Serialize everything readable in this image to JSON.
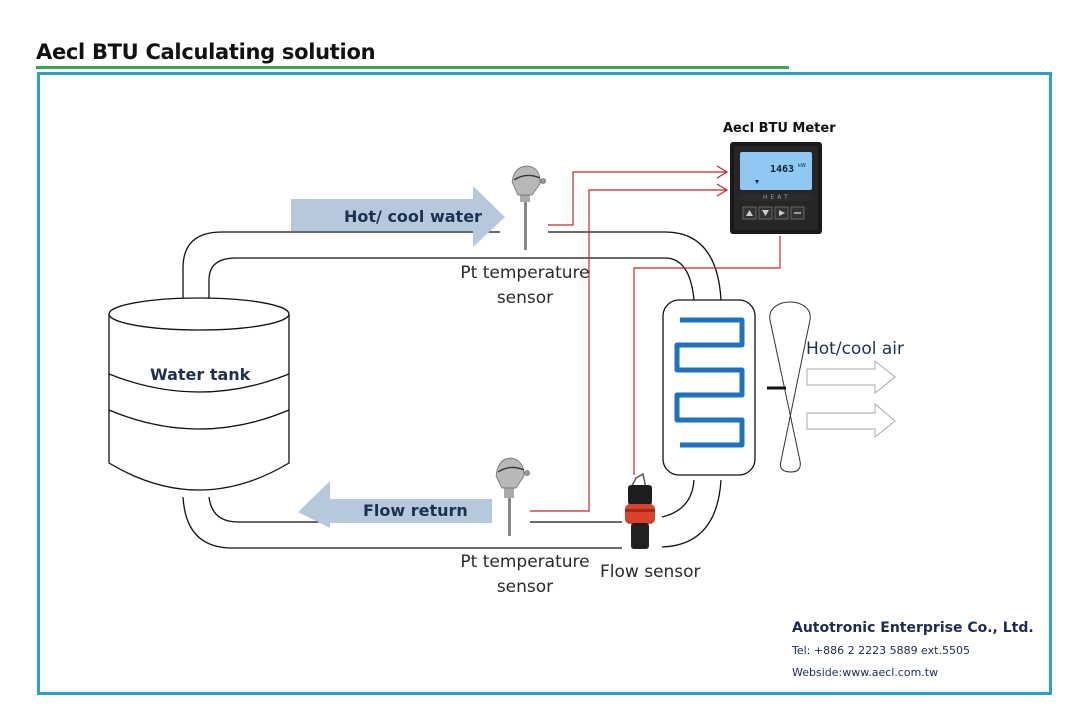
{
  "page": {
    "title": "Aecl BTU Calculating solution"
  },
  "colors": {
    "title_underline": "#3aa655",
    "frame_border": "#2a9fd0",
    "signal_wire": "#c0282d",
    "flow_arrow_fill": "#b6c9dc",
    "coil": "#1f72c0",
    "label_text": "#1c3050"
  },
  "diagram": {
    "flow_arrows": {
      "supply_label": "Hot/ cool water",
      "return_label": "Flow return"
    },
    "tank": {
      "label": "Water tank"
    },
    "sensors": {
      "supply_temp_label_line1": "Pt temperature",
      "supply_temp_label_line2": "sensor",
      "return_temp_label_line1": "Pt temperature",
      "return_temp_label_line2": "sensor",
      "flow_label": "Flow sensor"
    },
    "meter": {
      "title": "Aecl BTU Meter",
      "display_value": "1463",
      "display_unit": "kW",
      "panel_label": "HEAT",
      "buttons": [
        "up",
        "down",
        "right",
        "menu"
      ]
    },
    "air_output": {
      "label": "Hot/cool air"
    }
  },
  "footer": {
    "company": "Autotronic Enterprise Co., Ltd.",
    "tel": "Tel: +886 2 2223 5889 ext.5505",
    "website": "Webside:www.aecl.com.tw"
  }
}
